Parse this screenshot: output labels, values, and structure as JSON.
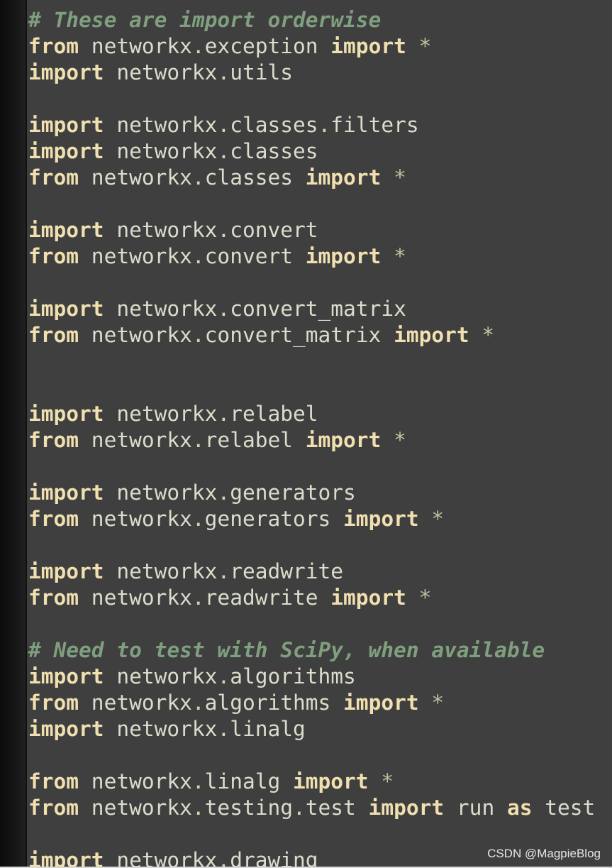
{
  "editor": {
    "lines": [
      [
        {
          "t": "comment",
          "v": "# These are import orderwise"
        }
      ],
      [
        {
          "t": "kw",
          "v": "from"
        },
        {
          "t": "ident",
          "v": " networkx"
        },
        {
          "t": "op",
          "v": "."
        },
        {
          "t": "ident",
          "v": "exception "
        },
        {
          "t": "kw",
          "v": "import"
        },
        {
          "t": "star",
          "v": " *"
        }
      ],
      [
        {
          "t": "kw",
          "v": "import"
        },
        {
          "t": "ident",
          "v": " networkx"
        },
        {
          "t": "op",
          "v": "."
        },
        {
          "t": "ident",
          "v": "utils"
        }
      ],
      [],
      [
        {
          "t": "kw",
          "v": "import"
        },
        {
          "t": "ident",
          "v": " networkx"
        },
        {
          "t": "op",
          "v": "."
        },
        {
          "t": "ident",
          "v": "classes"
        },
        {
          "t": "op",
          "v": "."
        },
        {
          "t": "ident",
          "v": "filters"
        }
      ],
      [
        {
          "t": "kw",
          "v": "import"
        },
        {
          "t": "ident",
          "v": " networkx"
        },
        {
          "t": "op",
          "v": "."
        },
        {
          "t": "ident",
          "v": "classes"
        }
      ],
      [
        {
          "t": "kw",
          "v": "from"
        },
        {
          "t": "ident",
          "v": " networkx"
        },
        {
          "t": "op",
          "v": "."
        },
        {
          "t": "ident",
          "v": "classes "
        },
        {
          "t": "kw",
          "v": "import"
        },
        {
          "t": "star",
          "v": " *"
        }
      ],
      [],
      [
        {
          "t": "kw",
          "v": "import"
        },
        {
          "t": "ident",
          "v": " networkx"
        },
        {
          "t": "op",
          "v": "."
        },
        {
          "t": "ident",
          "v": "convert"
        }
      ],
      [
        {
          "t": "kw",
          "v": "from"
        },
        {
          "t": "ident",
          "v": " networkx"
        },
        {
          "t": "op",
          "v": "."
        },
        {
          "t": "ident",
          "v": "convert "
        },
        {
          "t": "kw",
          "v": "import"
        },
        {
          "t": "star",
          "v": " *"
        }
      ],
      [],
      [
        {
          "t": "kw",
          "v": "import"
        },
        {
          "t": "ident",
          "v": " networkx"
        },
        {
          "t": "op",
          "v": "."
        },
        {
          "t": "ident",
          "v": "convert_matrix"
        }
      ],
      [
        {
          "t": "kw",
          "v": "from"
        },
        {
          "t": "ident",
          "v": " networkx"
        },
        {
          "t": "op",
          "v": "."
        },
        {
          "t": "ident",
          "v": "convert_matrix "
        },
        {
          "t": "kw",
          "v": "import"
        },
        {
          "t": "star",
          "v": " *"
        }
      ],
      [],
      [],
      [
        {
          "t": "kw",
          "v": "import"
        },
        {
          "t": "ident",
          "v": " networkx"
        },
        {
          "t": "op",
          "v": "."
        },
        {
          "t": "ident",
          "v": "relabel"
        }
      ],
      [
        {
          "t": "kw",
          "v": "from"
        },
        {
          "t": "ident",
          "v": " networkx"
        },
        {
          "t": "op",
          "v": "."
        },
        {
          "t": "ident",
          "v": "relabel "
        },
        {
          "t": "kw",
          "v": "import"
        },
        {
          "t": "star",
          "v": " *"
        }
      ],
      [],
      [
        {
          "t": "kw",
          "v": "import"
        },
        {
          "t": "ident",
          "v": " networkx"
        },
        {
          "t": "op",
          "v": "."
        },
        {
          "t": "ident",
          "v": "generators"
        }
      ],
      [
        {
          "t": "kw",
          "v": "from"
        },
        {
          "t": "ident",
          "v": " networkx"
        },
        {
          "t": "op",
          "v": "."
        },
        {
          "t": "ident",
          "v": "generators "
        },
        {
          "t": "kw",
          "v": "import"
        },
        {
          "t": "star",
          "v": " *"
        }
      ],
      [],
      [
        {
          "t": "kw",
          "v": "import"
        },
        {
          "t": "ident",
          "v": " networkx"
        },
        {
          "t": "op",
          "v": "."
        },
        {
          "t": "ident",
          "v": "readwrite"
        }
      ],
      [
        {
          "t": "kw",
          "v": "from"
        },
        {
          "t": "ident",
          "v": " networkx"
        },
        {
          "t": "op",
          "v": "."
        },
        {
          "t": "ident",
          "v": "readwrite "
        },
        {
          "t": "kw",
          "v": "import"
        },
        {
          "t": "star",
          "v": " *"
        }
      ],
      [],
      [
        {
          "t": "comment",
          "v": "# Need to test with SciPy, when available"
        }
      ],
      [
        {
          "t": "kw",
          "v": "import"
        },
        {
          "t": "ident",
          "v": " networkx"
        },
        {
          "t": "op",
          "v": "."
        },
        {
          "t": "ident",
          "v": "algorithms"
        }
      ],
      [
        {
          "t": "kw",
          "v": "from"
        },
        {
          "t": "ident",
          "v": " networkx"
        },
        {
          "t": "op",
          "v": "."
        },
        {
          "t": "ident",
          "v": "algorithms "
        },
        {
          "t": "kw",
          "v": "import"
        },
        {
          "t": "star",
          "v": " *"
        }
      ],
      [
        {
          "t": "kw",
          "v": "import"
        },
        {
          "t": "ident",
          "v": " networkx"
        },
        {
          "t": "op",
          "v": "."
        },
        {
          "t": "ident",
          "v": "linalg"
        }
      ],
      [],
      [
        {
          "t": "kw",
          "v": "from"
        },
        {
          "t": "ident",
          "v": " networkx"
        },
        {
          "t": "op",
          "v": "."
        },
        {
          "t": "ident",
          "v": "linalg "
        },
        {
          "t": "kw",
          "v": "import"
        },
        {
          "t": "star",
          "v": " *"
        }
      ],
      [
        {
          "t": "kw",
          "v": "from"
        },
        {
          "t": "ident",
          "v": " networkx"
        },
        {
          "t": "op",
          "v": "."
        },
        {
          "t": "ident",
          "v": "testing"
        },
        {
          "t": "op",
          "v": "."
        },
        {
          "t": "ident",
          "v": "test "
        },
        {
          "t": "kw",
          "v": "import"
        },
        {
          "t": "ident",
          "v": " run "
        },
        {
          "t": "kw",
          "v": "as"
        },
        {
          "t": "ident",
          "v": " test"
        }
      ],
      [],
      [
        {
          "t": "kw",
          "v": "import"
        },
        {
          "t": "ident",
          "v": " networkx"
        },
        {
          "t": "op",
          "v": "."
        },
        {
          "t": "ident",
          "v": "drawing"
        }
      ]
    ]
  },
  "watermark": {
    "text": "CSDN @MagpieBlog"
  },
  "colors": {
    "background": "#3f3f3f",
    "keyword": "#f0dfaf",
    "identifier": "#dcdccc",
    "comment": "#7f9f7f",
    "operator": "#e3ceab"
  }
}
